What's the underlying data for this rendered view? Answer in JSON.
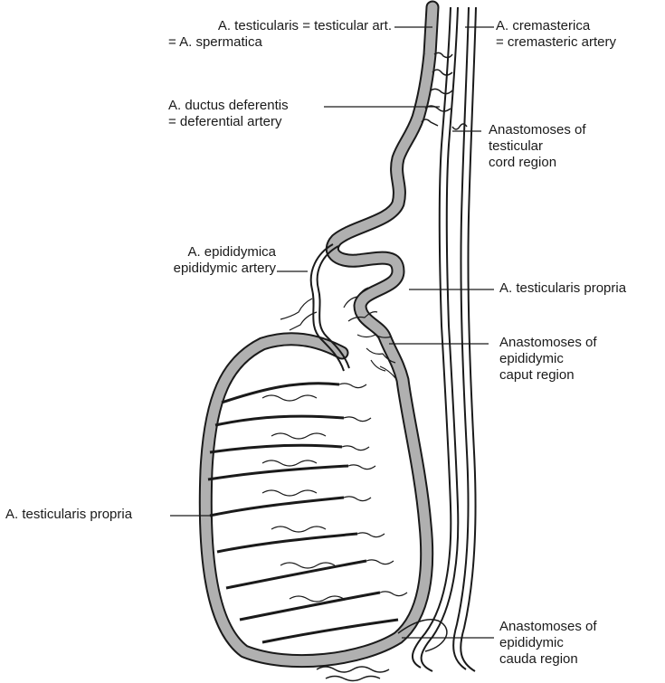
{
  "labels": {
    "testicularis_1": "A. testicularis = testicular art.",
    "testicularis_2": "= A. spermatica",
    "cremasterica_1": "A. cremasterica",
    "cremasterica_2": "= cremasteric artery",
    "ductus_1": "A. ductus deferentis",
    "ductus_2": "= deferential artery",
    "cord_1": "Anastomoses of",
    "cord_2": "testicular",
    "cord_3": "cord region",
    "epididymica_1": "A. epididymica",
    "epididymica_2": "epididymic artery",
    "propria_right": "A. testicularis propria",
    "caput_1": "Anastomoses of",
    "caput_2": "epididymic",
    "caput_3": "caput region",
    "propria_left": "A. testicularis propria",
    "cauda_1": "Anastomoses of",
    "cauda_2": "epididymic",
    "cauda_3": "cauda region"
  },
  "colors": {
    "artery_fill": "#b0b0b0",
    "line": "#1a1a1a"
  }
}
